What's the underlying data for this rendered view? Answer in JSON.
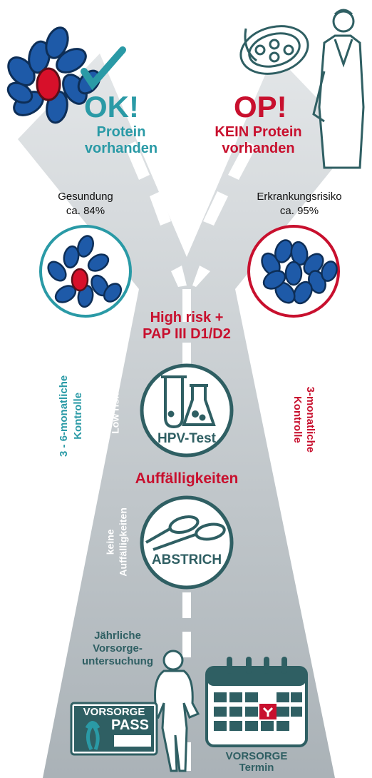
{
  "ok": {
    "headline": "OK!",
    "line1": "Protein",
    "line2": "vorhanden",
    "color": "#2a9aa6"
  },
  "op": {
    "headline": "OP!",
    "line1": "KEIN Protein",
    "line2": "vorhanden",
    "color": "#c8102e"
  },
  "outcomes": {
    "left_line1": "Gesundung",
    "left_line2": "ca. 84%",
    "right_line1": "Erkrankungsrisiko",
    "right_line2": "ca. 95%"
  },
  "high_risk": {
    "line1": "High risk +",
    "line2": "PAP III D1/D2"
  },
  "side_labels": {
    "left_control_line1": "3 - 6-monatliche",
    "left_control_line2": "Kontrolle",
    "low_risk": "Low risk",
    "right_control_line1": "3-monatliche",
    "right_control_line2": "Kontrolle",
    "no_findings_line1": "keine",
    "no_findings_line2": "Auffälligkeiten"
  },
  "hpv_test": {
    "label": "HPV-Test"
  },
  "findings": {
    "label": "Auffälligkeiten"
  },
  "abstrich": {
    "label": "ABSTRICH"
  },
  "annual": {
    "line1": "Jährliche",
    "line2": "Vorsorge-",
    "line3": "untersuchung"
  },
  "pass": {
    "line1": "VORSORGE",
    "line2": "PASS"
  },
  "termin": {
    "line1": "VORSORGE",
    "line2": "Termin"
  },
  "colors": {
    "teal": "#2a9aa6",
    "red": "#c8102e",
    "dark_teal": "#2f5f63",
    "road": "#c5cacd",
    "protein_blue": "#1e5aa8"
  }
}
